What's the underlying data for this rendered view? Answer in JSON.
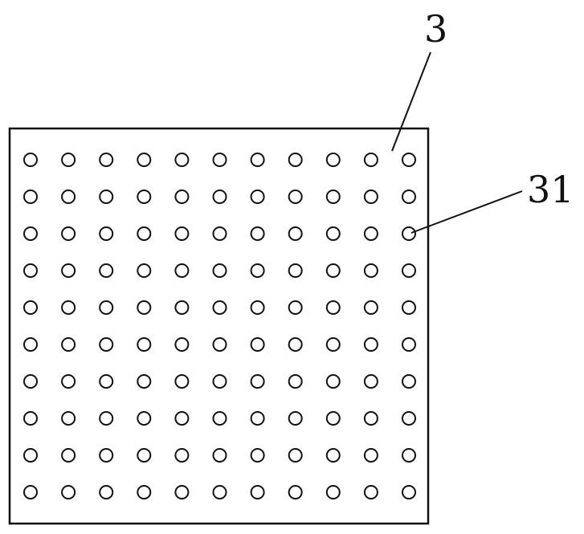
{
  "figure": {
    "plate": {
      "reference_numeral": "3",
      "hole_rows": 10,
      "hole_columns": 11
    },
    "hole": {
      "reference_numeral": "31"
    }
  }
}
